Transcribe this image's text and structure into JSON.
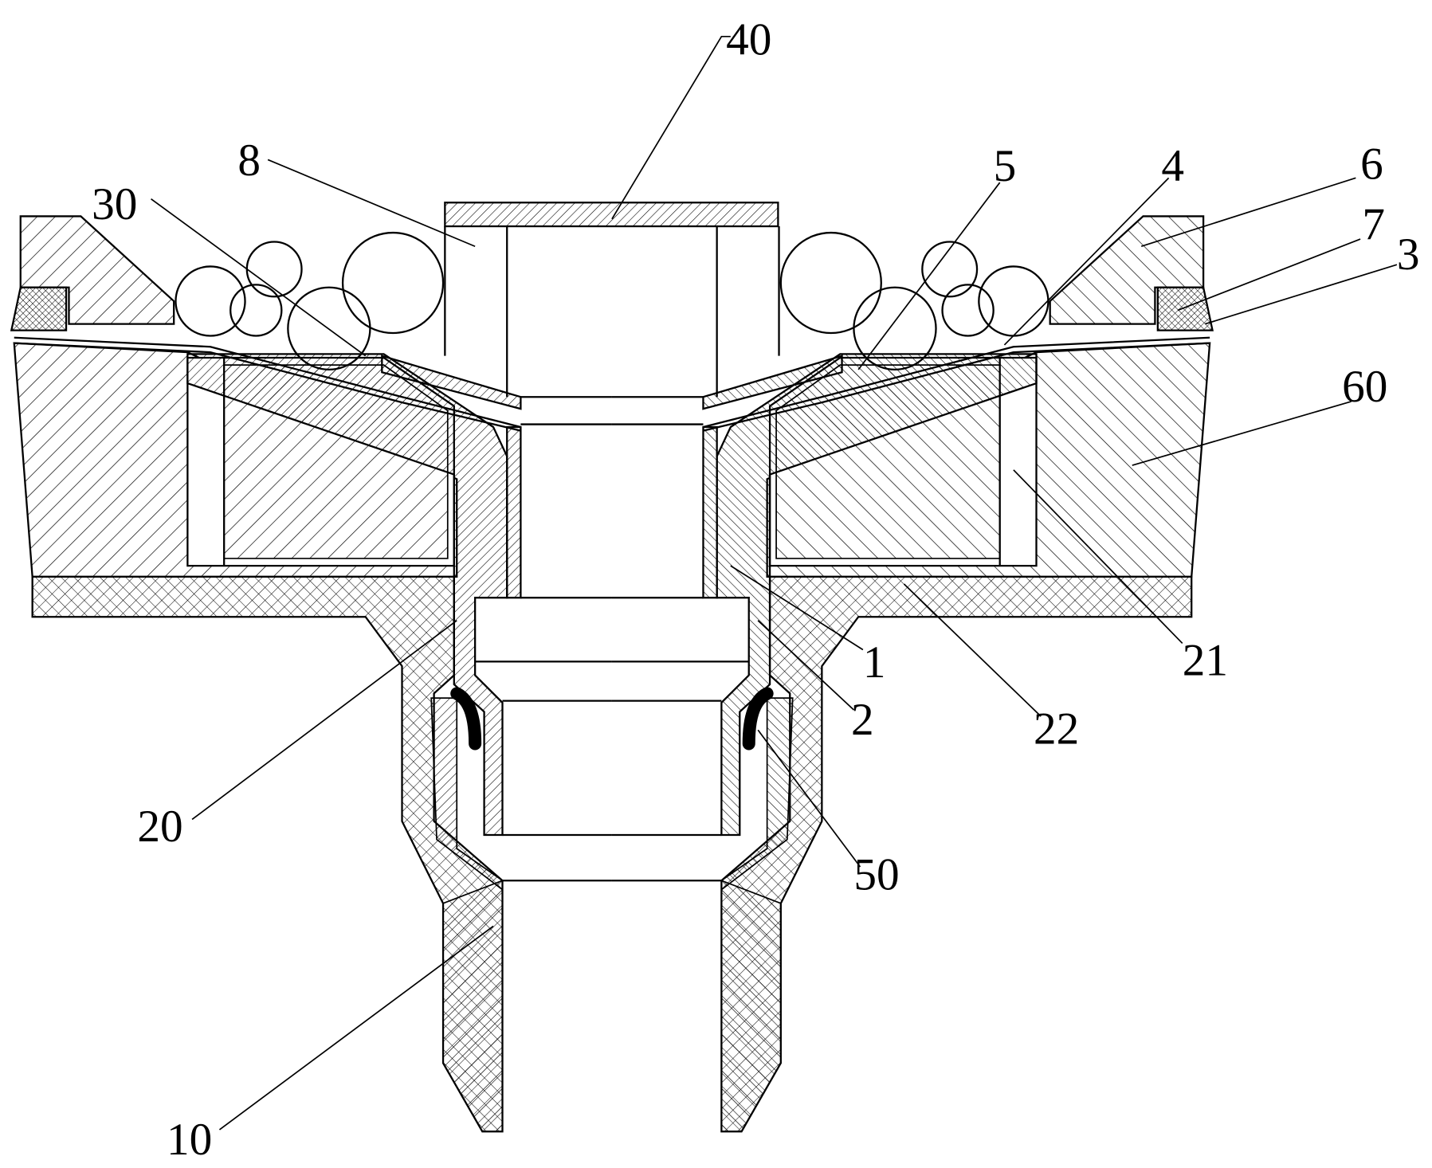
{
  "figure": {
    "labels": {
      "pipe_cap": "40",
      "gravel": "8",
      "part_30": "30",
      "plate": "5",
      "part_4": "4",
      "block": "6",
      "seal": "7",
      "membrane": "3",
      "concrete": "60",
      "part_1": "1",
      "box": "21",
      "part_2": "2",
      "slab": "22",
      "part_20": "20",
      "part_50": "50",
      "pipe": "10"
    }
  }
}
